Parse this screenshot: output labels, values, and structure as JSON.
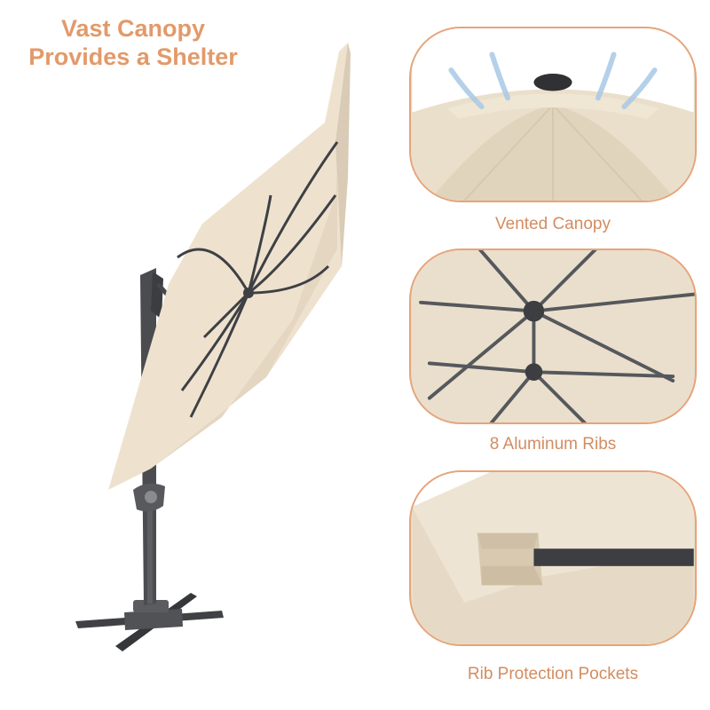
{
  "headline": {
    "line1": "Vast Canopy",
    "line2": "Provides a Shelter"
  },
  "features": [
    {
      "caption": "Vented Canopy",
      "icon": "vented-canopy-closeup"
    },
    {
      "caption": "8 Aluminum Ribs",
      "icon": "aluminum-ribs-closeup"
    },
    {
      "caption": "Rib Protection Pockets",
      "icon": "rib-pocket-closeup"
    }
  ],
  "colors": {
    "accent": "#e29a6a",
    "frame": "#e6a47a",
    "canopy": "#eee2cf",
    "pole": "#4a4c50"
  }
}
